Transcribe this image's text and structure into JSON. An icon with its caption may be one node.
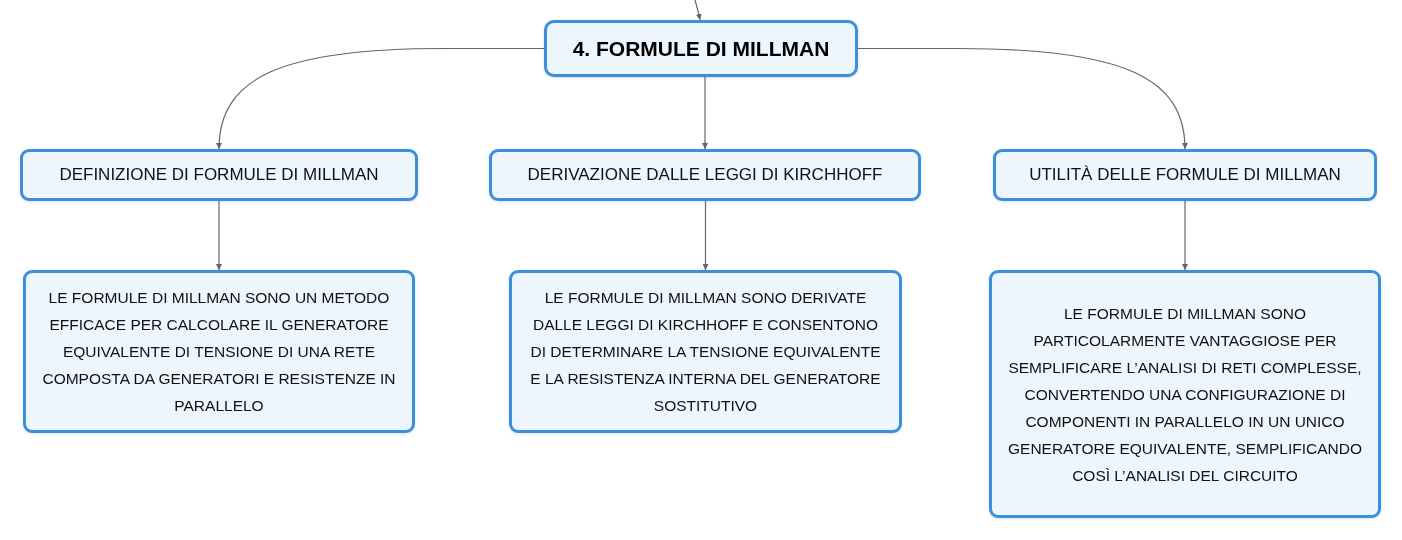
{
  "diagram": {
    "nodes": [
      {
        "text": [
          "4. FORMULE DI MILLMAN"
        ]
      },
      {
        "text": [
          "DEFINIZIONE DI FORMULE DI MILLMAN"
        ]
      },
      {
        "text": [
          "DERIVAZIONE DALLE LEGGI DI KIRCHHOFF"
        ]
      },
      {
        "text": [
          "UTILITÀ DELLE FORMULE DI MILLMAN"
        ]
      },
      {
        "text": [
          "LE FORMULE DI MILLMAN SONO UN METODO EFFICACE PER CALCOLARE IL GENERATORE EQUIVALENTE DI TENSIONE DI UNA RETE COMPOSTA DA GENERATORI E RESISTENZE IN PARALLELO"
        ]
      },
      {
        "text": [
          "LE FORMULE DI MILLMAN SONO DERIVATE DALLE LEGGI DI KIRCHHOFF E CONSENTONO DI DETERMINARE LA TENSIONE EQUIVALENTE E LA RESISTENZA INTERNA DEL GENERATORE SOSTITUTIVO"
        ]
      },
      {
        "text": [
          "LE FORMULE DI MILLMAN SONO PARTICOLARMENTE VANTAGGIOSE PER SEMPLIFICARE L’ANALISI DI RETI COMPLESSE, CONVERTENDO UNA CONFIGURAZIONE DI COMPONENTI IN PARALLELO IN UN UNICO GENERATORE EQUIVALENTE, SEMPLIFICANDO COSÌ L’ANALISI DEL CIRCUITO"
        ]
      }
    ],
    "edges": [
      {
        "from": null,
        "to": 0,
        "arrow": "to"
      },
      {
        "from": 0,
        "to": 1,
        "arrow": "to"
      },
      {
        "from": 0,
        "to": 2,
        "arrow": "to"
      },
      {
        "from": 0,
        "to": 3,
        "arrow": "to"
      },
      {
        "from": 1,
        "to": 4,
        "arrow": "to"
      },
      {
        "from": 2,
        "to": 5,
        "arrow": "to"
      },
      {
        "from": 3,
        "to": 6,
        "arrow": "to"
      }
    ]
  }
}
